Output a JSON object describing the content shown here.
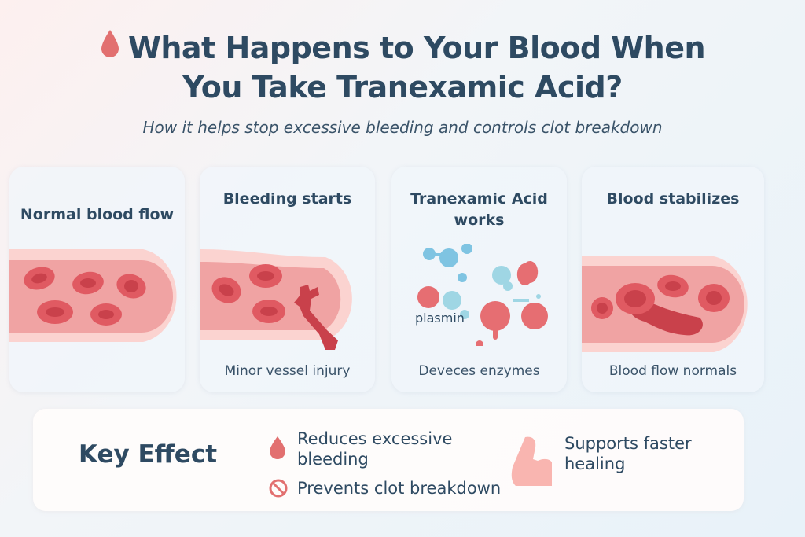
{
  "header": {
    "title_line1": "What Happens to Your Blood When",
    "title_line2": "You Take Tranexamic Acid?",
    "subtitle": "How it helps stop excessive bleeding and controls clot breakdown",
    "title_icon": "blood-drop-icon"
  },
  "stages": [
    {
      "title": "Normal blood flow",
      "caption": ""
    },
    {
      "title": "Bleeding starts",
      "caption": "Minor vessel injury"
    },
    {
      "title_line1": "Tranexamic Acid",
      "title_line2": "works",
      "label": "plasmin",
      "caption": "Deveces enzymes"
    },
    {
      "title": "Blood stabilizes",
      "caption": "Blood flow normals"
    }
  ],
  "key_effect": {
    "title": "Key Effect",
    "items": [
      {
        "icon": "blood-drop-icon",
        "line1": "Reduces excessive",
        "line2": "bleeding"
      },
      {
        "icon": "prohibited-icon",
        "text": "Prevents clot breakdown"
      },
      {
        "icon": "flexed-arm-icon",
        "line1": "Supports faster",
        "line2": "healing"
      }
    ]
  },
  "colors": {
    "title": "#2e4a62",
    "vessel_outer": "#fbd3d0",
    "vessel_inner": "#f0a3a3",
    "cell": "#e05a62",
    "cell_core": "#c9414b",
    "enzyme_blue": "#8ccde0",
    "drop": "#e27070",
    "arm": "#f9b5b0"
  }
}
